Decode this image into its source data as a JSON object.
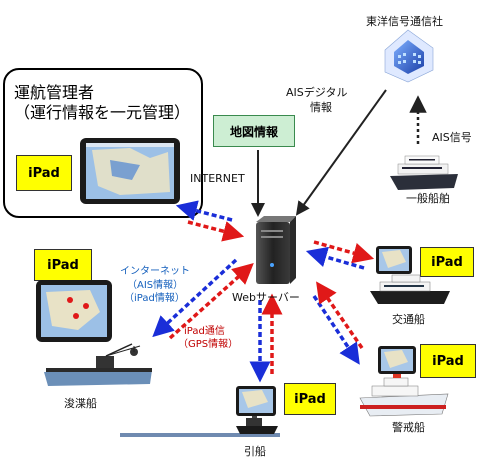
{
  "manager": {
    "title_line1": "運航管理者",
    "title_line2": "（運行情報を一元管理）",
    "ipad": "iPad"
  },
  "company": {
    "name": "東洋信号通信社"
  },
  "labels": {
    "ais_digital_line1": "AISデジタル",
    "ais_digital_line2": "情報",
    "ais_signal": "AIS信号",
    "map_info": "地図情報",
    "internet": "INTERNET",
    "web_server": "Webサーバー",
    "inter_net": "インターネット",
    "ais_info": "（AIS情報）",
    "ipad_info": "（iPad情報）",
    "ipad_comm": "iPad通信",
    "gps_info": "（GPS情報）"
  },
  "ships": {
    "general": "一般船舶",
    "traffic": "交通船",
    "patrol": "警戒船",
    "tug": "引船",
    "dredger": "浚渫船"
  },
  "ipad_labels": {
    "dredger": "iPad",
    "traffic": "iPad",
    "patrol": "iPad",
    "tug": "iPad"
  },
  "colors": {
    "blue_arrow": "#1a2ed8",
    "red_arrow": "#e01818",
    "map_box": "#cdeed3",
    "ipad_label": "#ffff00"
  }
}
